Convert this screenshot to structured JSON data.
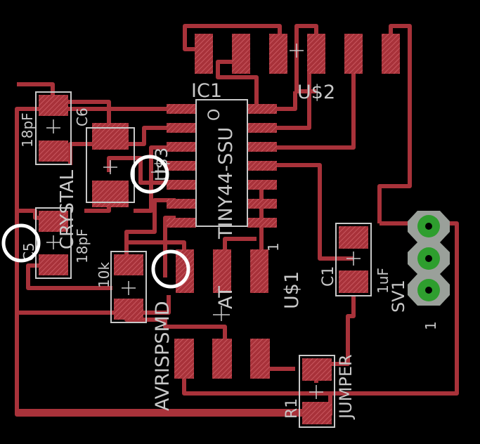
{
  "colors": {
    "background": "#000000",
    "trace": "#a8323a",
    "pad_fill": "#a8323a",
    "pad_hatch": "#d06068",
    "silkscreen": "#c8c8c8",
    "via_ring": "#9aa09a",
    "via_core": "#2e9e2e",
    "marker": "#ffffff"
  },
  "labels": {
    "ic1": "IC1",
    "chip_name": "TINY44-SSU",
    "chip_prefix": "AT",
    "chip_dot": "O",
    "u_s2": "U$2",
    "u_s3": "U$3",
    "u_s1": "U$1",
    "pin_one_chip": "1",
    "pin_one_header": "1",
    "cap_18pf_top": "18pF",
    "cap_c6": "C6",
    "crystal": "CRYSTAL",
    "cap_c5": "C5",
    "cap_18pf_bottom": "18pF",
    "res_10k": "10k",
    "res_r1": "R1",
    "cap_c1": "C1",
    "cap_1uf": "1uF",
    "sv1": "SV1",
    "avrispsmd": "AVRISPSMD",
    "jumper": "JUMPER"
  }
}
